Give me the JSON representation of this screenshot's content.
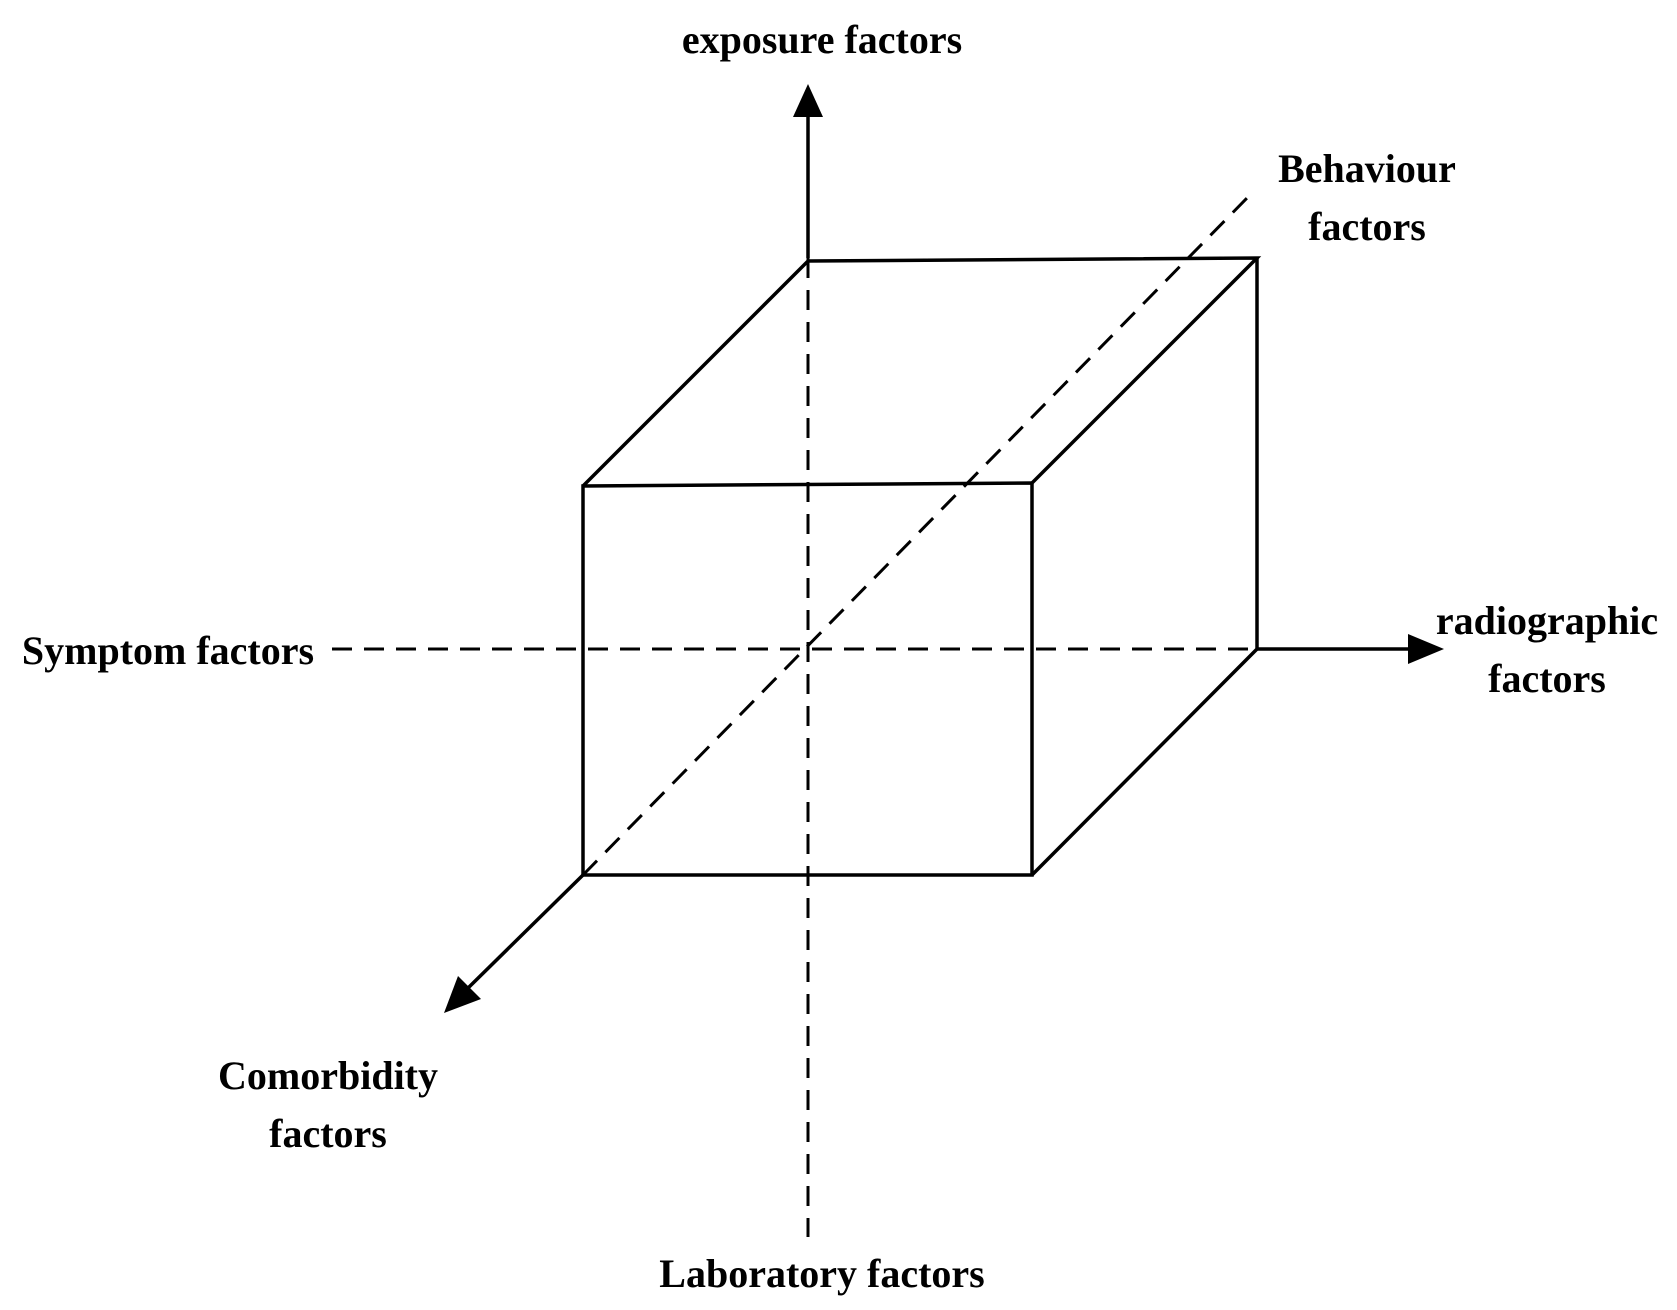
{
  "diagram": {
    "axes": {
      "up": {
        "label": "exposure factors"
      },
      "down": {
        "label": "Laboratory factors"
      },
      "left": {
        "label": "Symptom factors"
      },
      "right": {
        "label_line1": "radiographic",
        "label_line2": "factors"
      },
      "back_diagonal": {
        "label_line1": "Behaviour",
        "label_line2": "factors"
      },
      "front_diagonal": {
        "label_line1": "Comorbidity",
        "label_line2": "factors"
      }
    },
    "colors": {
      "stroke": "#000000",
      "background": "#ffffff"
    }
  }
}
